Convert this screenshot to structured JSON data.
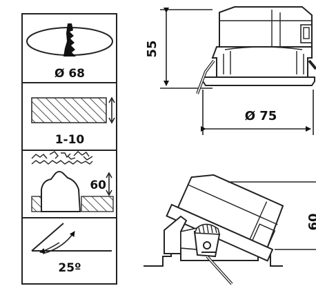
{
  "spec_table": {
    "cutout": "Ø 68",
    "ceiling_thickness": "1-10",
    "recess_depth": "60",
    "tilt_angle": "25º"
  },
  "dimensions": {
    "height": "55",
    "diameter": "Ø 75",
    "tilted_height": "60"
  }
}
